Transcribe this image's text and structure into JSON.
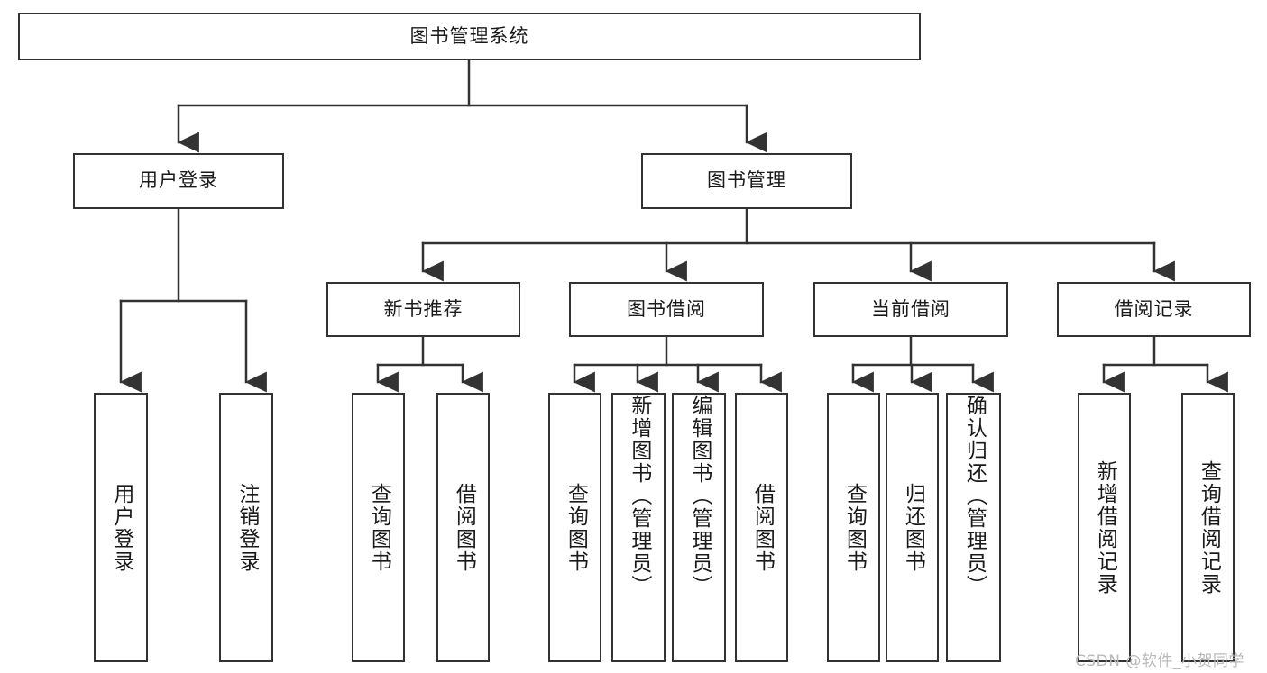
{
  "diagram": {
    "type": "tree-hierarchy",
    "title": "图书管理系统",
    "root": {
      "id": "root",
      "label": "图书管理系统",
      "orientation": "horizontal"
    },
    "level2": [
      {
        "id": "user-login",
        "label": "用户登录",
        "orientation": "horizontal"
      },
      {
        "id": "book-manage",
        "label": "图书管理",
        "orientation": "horizontal"
      }
    ],
    "level3": [
      {
        "id": "new-book-recommend",
        "label": "新书推荐",
        "orientation": "horizontal"
      },
      {
        "id": "book-borrow",
        "label": "图书借阅",
        "orientation": "horizontal"
      },
      {
        "id": "current-borrow",
        "label": "当前借阅",
        "orientation": "horizontal"
      },
      {
        "id": "borrow-record",
        "label": "借阅记录",
        "orientation": "horizontal"
      }
    ],
    "leaves": [
      {
        "id": "leaf-user-login",
        "label": "用户登录",
        "parent": "user-login",
        "align": "center"
      },
      {
        "id": "leaf-user-logout",
        "label": "注销登录",
        "parent": "user-login",
        "align": "center"
      },
      {
        "id": "leaf-query-book-1",
        "label": "查询图书",
        "parent": "new-book-recommend",
        "align": "center"
      },
      {
        "id": "leaf-borrow-book-1",
        "label": "借阅图书",
        "parent": "new-book-recommend",
        "align": "center"
      },
      {
        "id": "leaf-query-book-2",
        "label": "查询图书",
        "parent": "book-borrow",
        "align": "center"
      },
      {
        "id": "leaf-add-book-admin",
        "label": "新增图书（管理员）",
        "parent": "book-borrow",
        "align": "top"
      },
      {
        "id": "leaf-edit-book-admin",
        "label": "编辑图书（管理员）",
        "parent": "book-borrow",
        "align": "top"
      },
      {
        "id": "leaf-borrow-book-2",
        "label": "借阅图书",
        "parent": "book-borrow",
        "align": "center"
      },
      {
        "id": "leaf-query-book-3",
        "label": "查询图书",
        "parent": "current-borrow",
        "align": "center"
      },
      {
        "id": "leaf-return-book",
        "label": "归还图书",
        "parent": "current-borrow",
        "align": "center"
      },
      {
        "id": "leaf-confirm-return-admin",
        "label": "确认归还（管理员）",
        "parent": "current-borrow",
        "align": "top"
      },
      {
        "id": "leaf-add-borrow-record",
        "label": "新增借阅记录",
        "parent": "borrow-record",
        "align": "center"
      },
      {
        "id": "leaf-query-borrow-record",
        "label": "查询借阅记录",
        "parent": "borrow-record",
        "align": "center"
      }
    ],
    "colors": {
      "border": "#333333",
      "background": "#ffffff",
      "text": "#1a1a1a",
      "edge": "#333333",
      "watermark": "#b9b9b9"
    }
  },
  "watermark": {
    "text": "CSDN @软件_小贺同学"
  }
}
